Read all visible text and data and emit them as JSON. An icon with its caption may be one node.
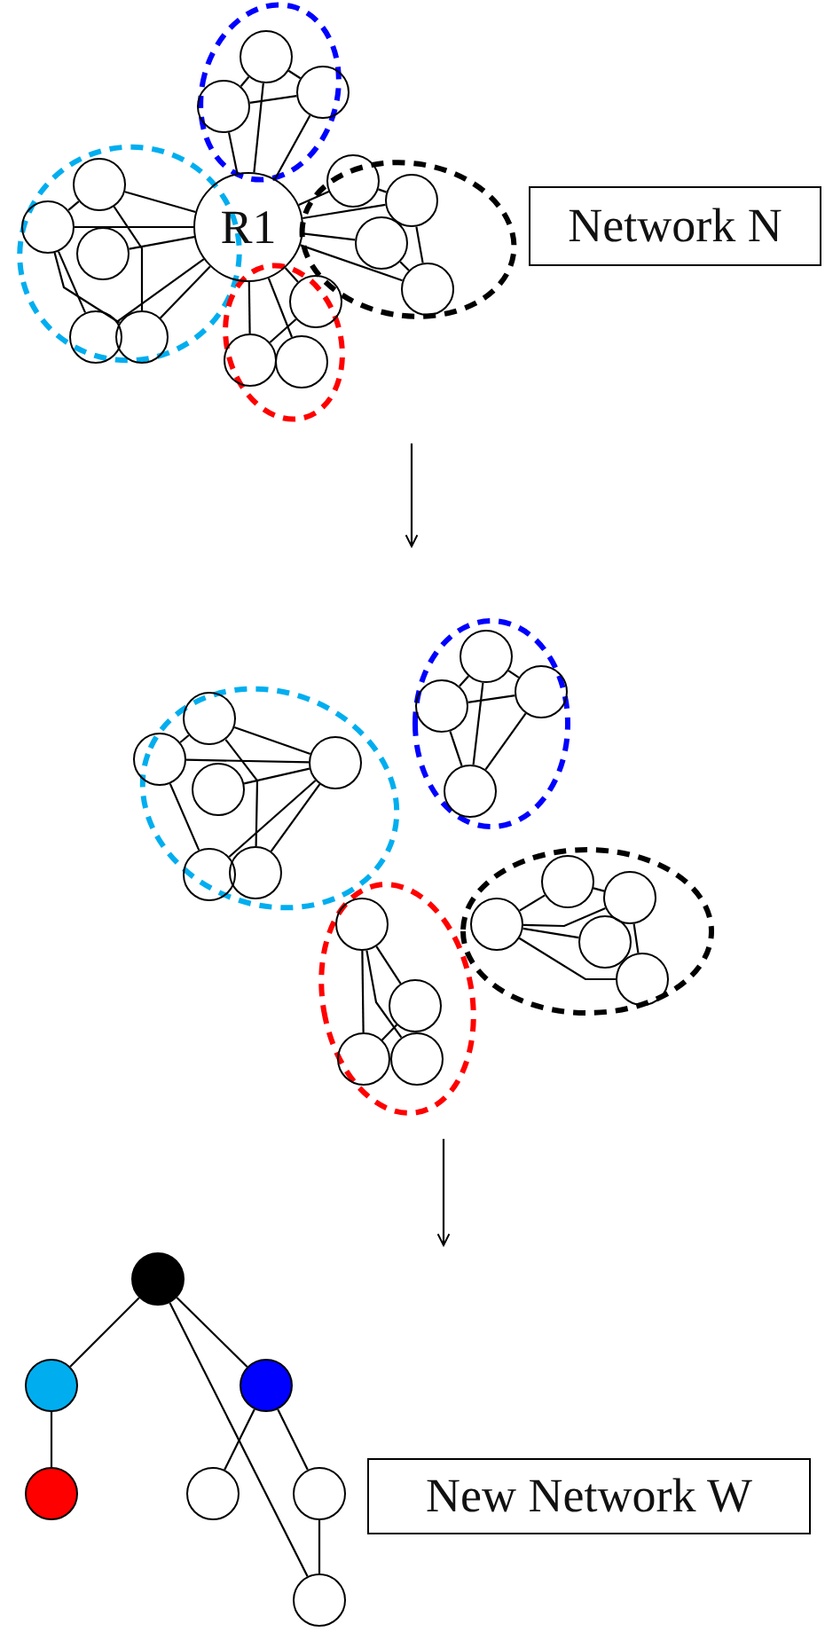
{
  "diagram": {
    "nodes": [
      {
        "text": [
          "R1"
        ]
      },
      {
        "text": [],
        "shape": "circle"
      },
      {
        "text": [],
        "shape": "circle"
      },
      {
        "text": [],
        "shape": "circle"
      },
      {
        "text": [],
        "shape": "circle"
      },
      {
        "text": [],
        "shape": "circle"
      },
      {
        "text": [],
        "shape": "circle"
      },
      {
        "text": [],
        "shape": "circle"
      },
      {
        "text": [],
        "shape": "circle"
      },
      {
        "text": [],
        "shape": "circle"
      },
      {
        "text": [],
        "shape": "circle"
      },
      {
        "text": [],
        "shape": "circle"
      },
      {
        "text": [],
        "shape": "circle"
      },
      {
        "text": [],
        "shape": "circle"
      },
      {
        "text": [],
        "shape": "circle"
      },
      {
        "text": [],
        "shape": "circle"
      },
      {
        "text": [
          "Network N"
        ]
      },
      {
        "text": [],
        "shape": "circle"
      },
      {
        "text": [],
        "shape": "circle"
      },
      {
        "text": [],
        "shape": "circle"
      },
      {
        "text": [],
        "shape": "circle"
      },
      {
        "text": [],
        "shape": "circle"
      },
      {
        "text": [],
        "shape": "circle"
      },
      {
        "text": [],
        "shape": "circle"
      },
      {
        "text": [],
        "shape": "circle"
      },
      {
        "text": [],
        "shape": "circle"
      },
      {
        "text": [],
        "shape": "circle"
      },
      {
        "text": [],
        "shape": "circle"
      },
      {
        "text": [],
        "shape": "circle"
      },
      {
        "text": [],
        "shape": "circle"
      },
      {
        "text": [],
        "shape": "circle"
      },
      {
        "text": [],
        "shape": "circle"
      },
      {
        "text": [],
        "shape": "circle"
      },
      {
        "text": [],
        "shape": "circle"
      },
      {
        "text": [],
        "shape": "circle"
      },
      {
        "text": [],
        "shape": "circle"
      },
      {
        "text": [],
        "shape": "circle"
      },
      {
        "text": [],
        "shape": "circle"
      },
      {
        "text": [],
        "shape": "circle"
      },
      {
        "text": [],
        "shape": "circle"
      },
      {
        "text": [],
        "shape": "circle"
      },
      {
        "text": [],
        "shape": "circle"
      },
      {
        "text": [],
        "shape": "circle"
      },
      {
        "text": [
          "New Network W"
        ]
      }
    ],
    "edges": [
      {
        "from": 0,
        "to": 1,
        "arrow": "none"
      },
      {
        "from": 0,
        "to": 2,
        "arrow": "none"
      },
      {
        "from": 0,
        "to": 3,
        "arrow": "none"
      },
      {
        "from": 2,
        "to": 3,
        "arrow": "none"
      },
      {
        "from": 1,
        "to": 2,
        "arrow": "none"
      },
      {
        "from": 1,
        "to": 3,
        "arrow": "none"
      },
      {
        "from": 0,
        "to": 4,
        "arrow": "none"
      },
      {
        "from": 0,
        "to": 5,
        "arrow": "none"
      },
      {
        "from": 0,
        "to": 6,
        "arrow": "none"
      },
      {
        "from": 0,
        "to": 7,
        "arrow": "none"
      },
      {
        "from": 0,
        "to": 8,
        "arrow": "none"
      },
      {
        "from": 4,
        "to": 5,
        "arrow": "none"
      },
      {
        "from": 5,
        "to": 7,
        "arrow": "none"
      },
      {
        "from": 4,
        "to": 8,
        "arrow": "none"
      },
      {
        "from": 5,
        "to": 8,
        "arrow": "none"
      },
      {
        "from": 0,
        "to": 9,
        "arrow": "none"
      },
      {
        "from": 0,
        "to": 10,
        "arrow": "none"
      },
      {
        "from": 0,
        "to": 11,
        "arrow": "none"
      },
      {
        "from": 0,
        "to": 12,
        "arrow": "none"
      },
      {
        "from": 9,
        "to": 10,
        "arrow": "none"
      },
      {
        "from": 10,
        "to": 12,
        "arrow": "none"
      },
      {
        "from": 11,
        "to": 12,
        "arrow": "none"
      },
      {
        "from": 0,
        "to": 13,
        "arrow": "none"
      },
      {
        "from": 0,
        "to": 14,
        "arrow": "none"
      },
      {
        "from": 0,
        "to": 15,
        "arrow": "none"
      },
      {
        "from": 13,
        "to": 14,
        "arrow": "none"
      },
      {
        "from": 22,
        "to": 18,
        "arrow": "none"
      },
      {
        "from": 22,
        "to": 17,
        "arrow": "none"
      },
      {
        "from": 22,
        "to": 19,
        "arrow": "none"
      },
      {
        "from": 22,
        "to": 20,
        "arrow": "none"
      },
      {
        "from": 22,
        "to": 21,
        "arrow": "none"
      },
      {
        "from": 17,
        "to": 18,
        "arrow": "none"
      },
      {
        "from": 18,
        "to": 20,
        "arrow": "none"
      },
      {
        "from": 17,
        "to": 21,
        "arrow": "none"
      },
      {
        "from": 26,
        "to": 24,
        "arrow": "none"
      },
      {
        "from": 26,
        "to": 23,
        "arrow": "none"
      },
      {
        "from": 26,
        "to": 25,
        "arrow": "none"
      },
      {
        "from": 24,
        "to": 25,
        "arrow": "none"
      },
      {
        "from": 23,
        "to": 24,
        "arrow": "none"
      },
      {
        "from": 23,
        "to": 25,
        "arrow": "none"
      },
      {
        "from": 27,
        "to": 29,
        "arrow": "none"
      },
      {
        "from": 27,
        "to": 28,
        "arrow": "none"
      },
      {
        "from": 27,
        "to": 30,
        "arrow": "none"
      },
      {
        "from": 29,
        "to": 28,
        "arrow": "none"
      },
      {
        "from": 31,
        "to": 32,
        "arrow": "none"
      },
      {
        "from": 31,
        "to": 33,
        "arrow": "none"
      },
      {
        "from": 31,
        "to": 34,
        "arrow": "none"
      },
      {
        "from": 31,
        "to": 35,
        "arrow": "none"
      },
      {
        "from": 33,
        "to": 35,
        "arrow": "none"
      },
      {
        "from": 32,
        "to": 33,
        "arrow": "none"
      },
      {
        "from": 36,
        "to": 37,
        "arrow": "none"
      },
      {
        "from": 36,
        "to": 38,
        "arrow": "none"
      },
      {
        "from": 36,
        "to": 42,
        "arrow": "none"
      },
      {
        "from": 37,
        "to": 39,
        "arrow": "none"
      },
      {
        "from": 38,
        "to": 40,
        "arrow": "none"
      },
      {
        "from": 38,
        "to": 41,
        "arrow": "none"
      },
      {
        "from": 41,
        "to": 42,
        "arrow": "none"
      }
    ]
  }
}
